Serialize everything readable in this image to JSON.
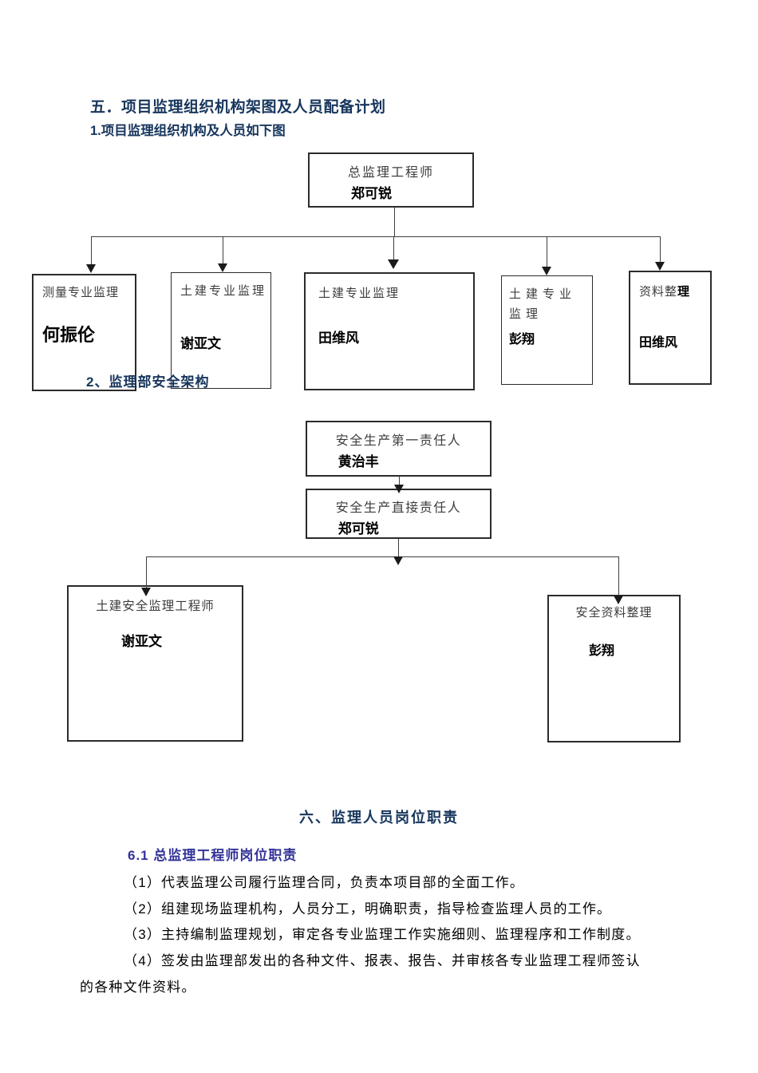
{
  "document": {
    "section5_title": "五．项目监理组织机构架图及人员配备计划",
    "sub1_title": "1.项目监理组织机构及人员如下图",
    "sub2_title": "2、监理部安全架构",
    "section6_title": "六、监理人员岗位职责",
    "sub61_title": "6.1 总监理工程师岗位职责",
    "duty_lines": [
      "（1）代表监理公司履行监理合同，负责本项目部的全面工作。",
      "（2）组建现场监理机构，人员分工，明确职责，指导检查监理人员的工作。",
      "（3）主持编制监理规划，审定各专业监理工作实施细则、监理程序和工作制度。",
      "（4）签发由监理部发出的各种文件、报表、报告、并审核各专业监理工程师签认",
      "的各种文件资料。"
    ]
  },
  "org_chart1": {
    "root": {
      "title": "总监理工程师",
      "name": "郑可锐"
    },
    "children": [
      {
        "title": "测量专业监理",
        "name": "何振伦"
      },
      {
        "title": "土建专业监理",
        "name": "谢亚文"
      },
      {
        "title": "土建专业监理",
        "name": "田维风"
      },
      {
        "title": "土建专业监理",
        "name": "彭翔"
      },
      {
        "title": "资料整",
        "title_bold": "理",
        "name": "田维风"
      }
    ]
  },
  "org_chart2": {
    "first_responsible": {
      "title": "安全生产第一责任人",
      "name": "黄治丰"
    },
    "direct_responsible": {
      "title": "安全生产直接责任人",
      "name": "郑可锐"
    },
    "children": [
      {
        "title": "土建安全监理工程师",
        "name": "谢亚文"
      },
      {
        "title": "安全资料整理",
        "name": "彭翔"
      }
    ]
  },
  "colors": {
    "heading": "#17365D",
    "subheading": "#333399",
    "line": "#3f3f3f",
    "text": "#000000"
  }
}
